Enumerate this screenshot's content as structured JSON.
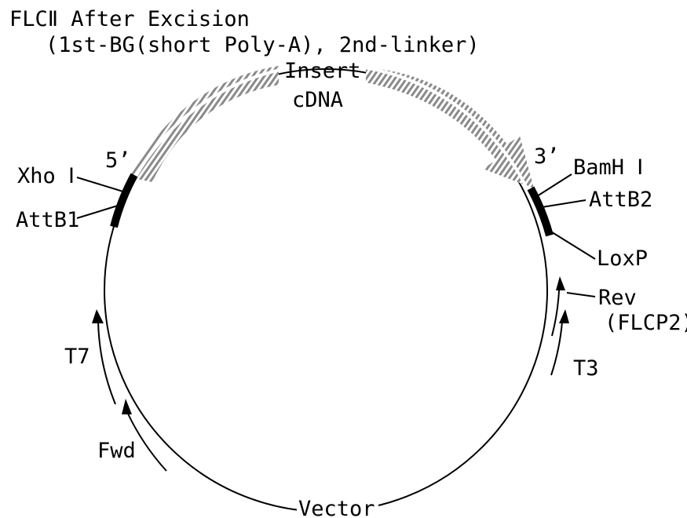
{
  "title": {
    "line1": "FLCⅡ After Excision",
    "line2": "(1st-BG(short Poly-A), 2nd-linker)"
  },
  "insert": {
    "label_line1": "Insert",
    "label_line2": "cDNA",
    "end5": "5’",
    "end3": "3’"
  },
  "labels": {
    "xho": "Xho Ⅰ",
    "attb1": "AttB1",
    "bamh": "BamH Ⅰ",
    "attb2": "AttB2",
    "loxp": "LoxP",
    "rev": "Rev",
    "flcp2": "(FLCP2)",
    "t3": "T3",
    "t7": "T7",
    "fwd": "Fwd",
    "vector": "Vector"
  },
  "colors": {
    "ink": "#000000",
    "paper": "#ffffff",
    "hatch": "#8a8a8a"
  }
}
